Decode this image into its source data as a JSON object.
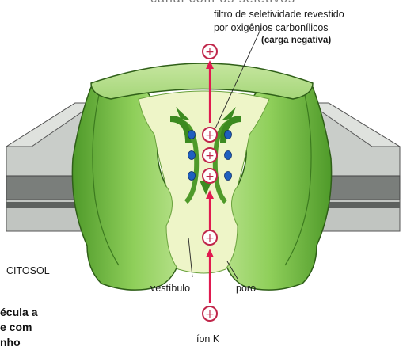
{
  "labels": {
    "top_cut_text": "canal com os seletivos",
    "filter_line1": "filtro de seletividade revestido",
    "filter_line2": "por oxigênios carbonílicos",
    "negative_charge": "(carga negativa)",
    "cytosol": "CITOSOL",
    "vestibule": "vestíbulo",
    "pore": "poro",
    "ion": "íon K⁺"
  },
  "left_cut_text": {
    "line1": "écula a",
    "line2": "e com",
    "line3": "nho"
  },
  "ion_symbol": "+",
  "colors": {
    "membrane_gray": "#c8ccc8",
    "membrane_dark": "#6e7270",
    "protein_light": "#a8d97a",
    "protein_mid": "#7cc24a",
    "protein_dark": "#4f9a2a",
    "pore_fill": "#eef5c8",
    "ion_ring": "#c0264a",
    "arrow_red": "#e01a4f",
    "oxygen_blue": "#1f5fbf"
  }
}
